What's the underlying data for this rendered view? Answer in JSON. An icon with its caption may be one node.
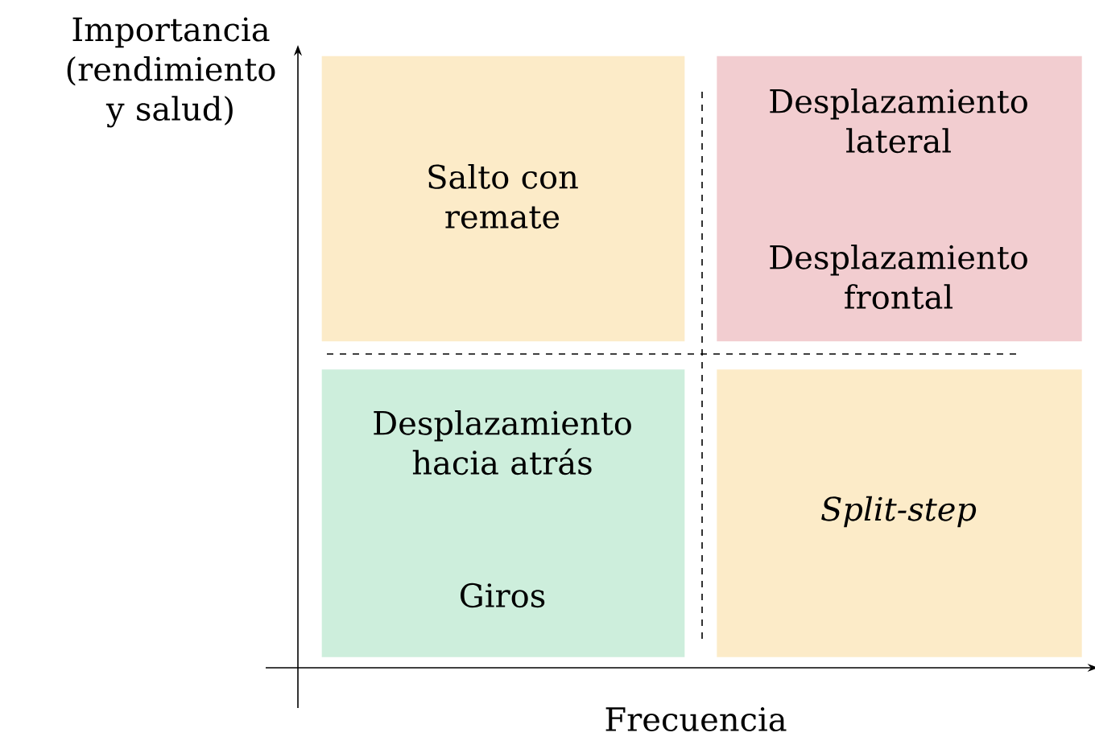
{
  "diagram": {
    "nodes": [
      {
        "text": [
          "Salto con remate"
        ]
      },
      {
        "text": [
          "Desplazamiento lateral",
          "Desplazamiento frontal"
        ]
      },
      {
        "text": [
          "Desplazamiento hacia atrás",
          "Giros"
        ]
      },
      {
        "text": [
          "*Split-step*"
        ]
      }
    ],
    "labels": [
      "Importancia (rendimiento y salud)",
      "Frecuencia"
    ]
  }
}
